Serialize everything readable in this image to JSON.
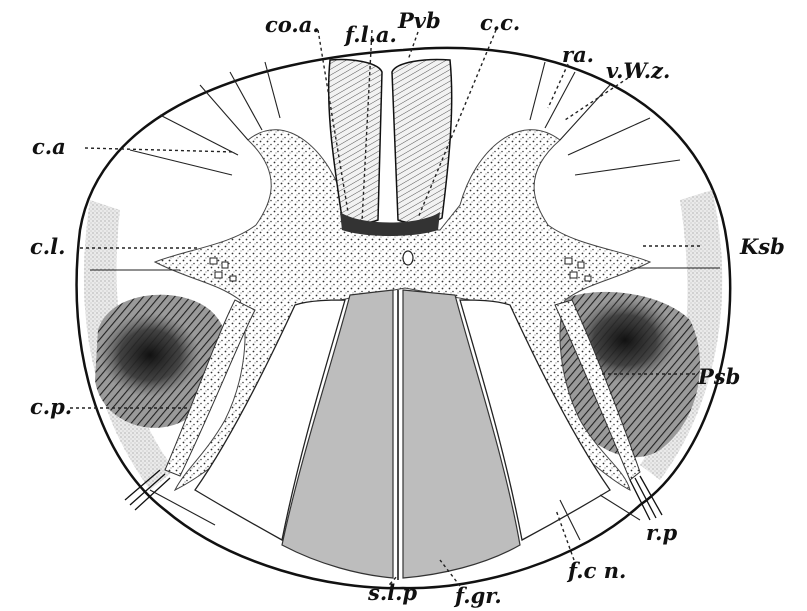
{
  "labels": {
    "coa": "co.a.",
    "fla": "f.l.a.",
    "pvb": "Pvb",
    "cc": "c.c.",
    "ra": "ra.",
    "vwz": "v.W.z.",
    "ca": "c.a",
    "cl": "c.l.",
    "ksb": "Ksb",
    "psb": "Psb",
    "cp": "c.p.",
    "rp": "r.p",
    "fcn": "f.c n.",
    "slp": "s.l.p",
    "fgr": "f.gr."
  },
  "colors": {
    "ink": "#111111",
    "shade": "#bdbdbd",
    "greyMatter": "#d6d6d6",
    "darkTract": "#2a2a2a"
  }
}
